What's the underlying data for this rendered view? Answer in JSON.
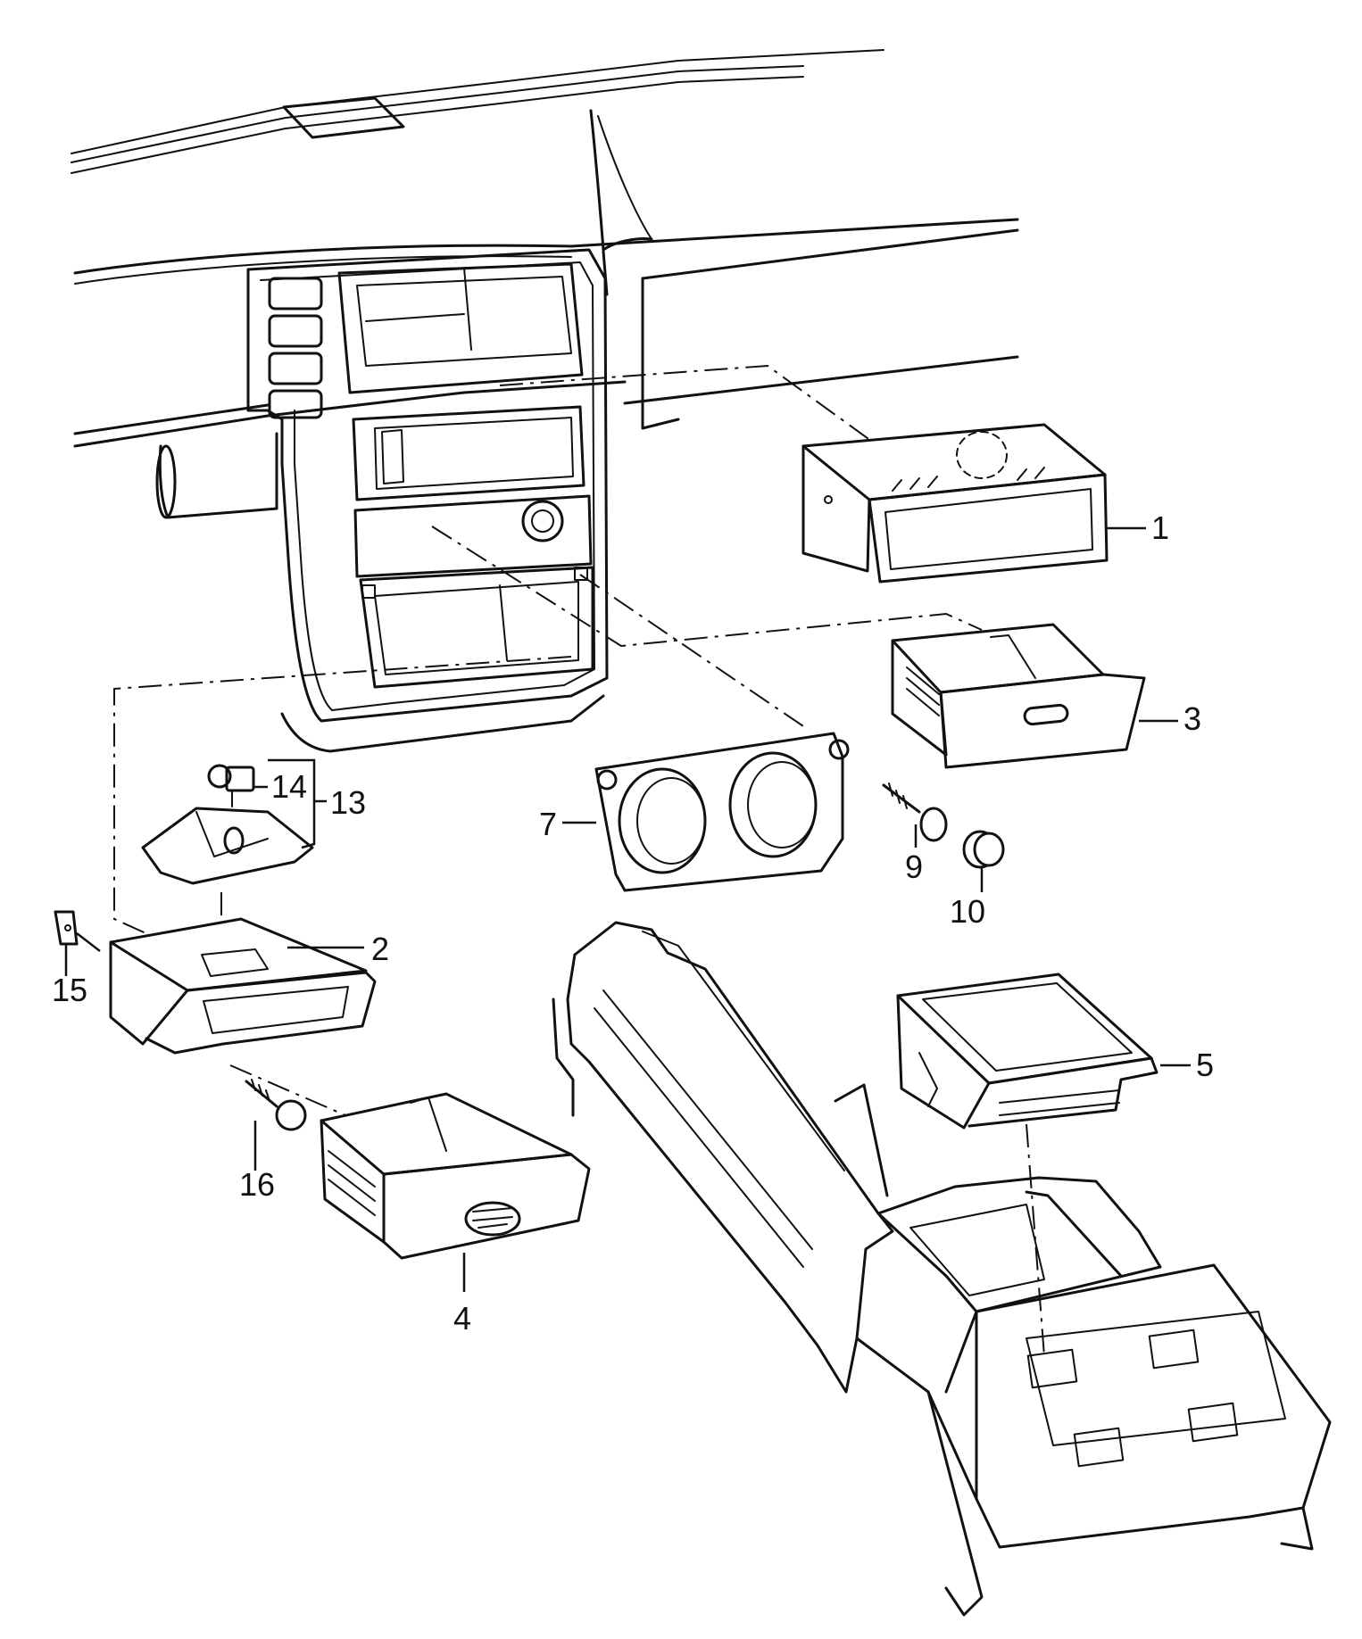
{
  "diagram": {
    "callouts": [
      {
        "id": "1",
        "text": "1"
      },
      {
        "id": "2",
        "text": "2"
      },
      {
        "id": "3",
        "text": "3"
      },
      {
        "id": "4",
        "text": "4"
      },
      {
        "id": "5",
        "text": "5"
      },
      {
        "id": "7",
        "text": "7"
      },
      {
        "id": "9",
        "text": "9"
      },
      {
        "id": "10",
        "text": "10"
      },
      {
        "id": "13",
        "text": "13"
      },
      {
        "id": "14",
        "text": "14"
      },
      {
        "id": "15",
        "text": "15"
      },
      {
        "id": "16",
        "text": "16"
      }
    ]
  }
}
